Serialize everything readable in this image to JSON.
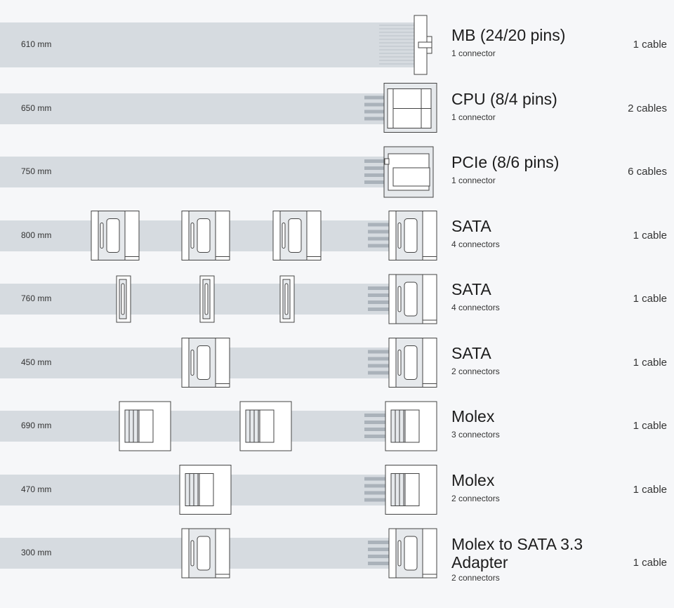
{
  "rows": [
    {
      "title": "MB (24/20 pins)",
      "connectors": "1 connector",
      "length": "610 mm",
      "cables": "1 cable",
      "type": "mb",
      "mids": []
    },
    {
      "title": "CPU (8/4 pins)",
      "connectors": "1 connector",
      "length": "650 mm",
      "cables": "2 cables",
      "type": "cpu",
      "mids": []
    },
    {
      "title": "PCIe (8/6 pins)",
      "connectors": "1 connector",
      "length": "750 mm",
      "cables": "6 cables",
      "type": "pcie",
      "mids": []
    },
    {
      "title": "SATA",
      "connectors": "4 connectors",
      "length": "800 mm",
      "cables": "1 cable",
      "type": "sata",
      "mids": [
        "sata",
        "sata",
        "sata"
      ]
    },
    {
      "title": "SATA",
      "connectors": "4 connectors",
      "length": "760 mm",
      "cables": "1 cable",
      "type": "sata",
      "mids": [
        "sata-side",
        "sata-side",
        "sata-side"
      ]
    },
    {
      "title": "SATA",
      "connectors": "2 connectors",
      "length": "450 mm",
      "cables": "1 cable",
      "type": "sata",
      "mids": [
        "sata"
      ]
    },
    {
      "title": "Molex",
      "connectors": "3 connectors",
      "length": "690 mm",
      "cables": "1 cable",
      "type": "molex",
      "mids": [
        "molex",
        "molex"
      ]
    },
    {
      "title": "Molex",
      "connectors": "2 connectors",
      "length": "470 mm",
      "cables": "1 cable",
      "type": "molex",
      "mids": [
        "molex"
      ]
    },
    {
      "title": "Molex to SATA 3.3 Adapter",
      "connectors": "2 connectors",
      "length": "300 mm",
      "cables": "1 cable",
      "type": "sata",
      "mids": [
        "sata"
      ]
    }
  ]
}
